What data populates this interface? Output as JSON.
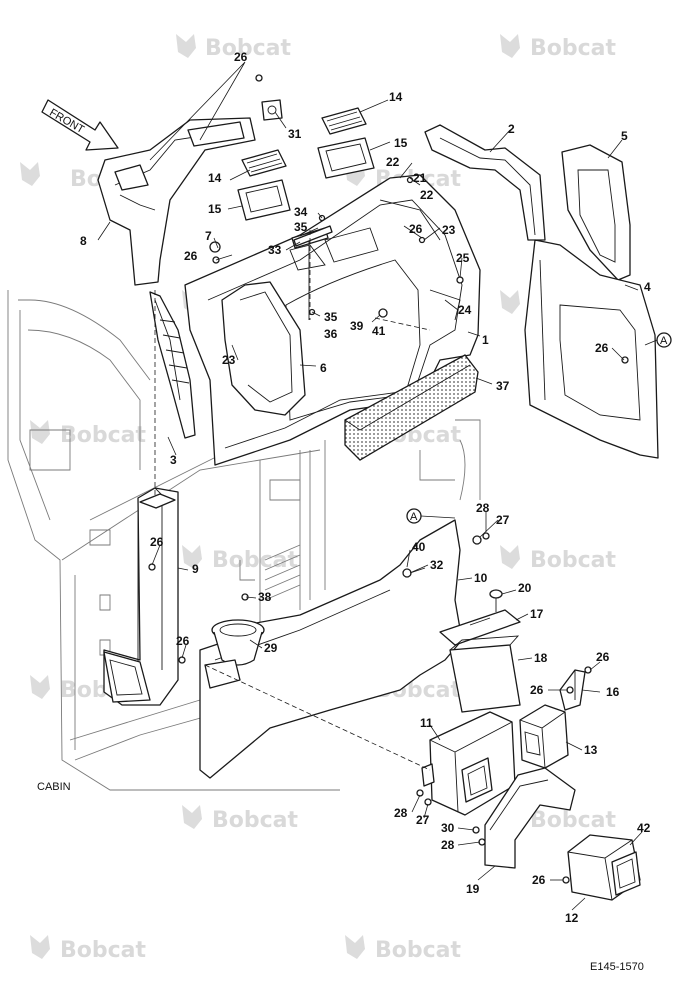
{
  "watermark": "Bobcat",
  "front_label": "FRONT",
  "cabin_label": "CABIN",
  "figure_code": "E145-1570",
  "callout_letter": "A",
  "callouts": [
    {
      "id": "p26a",
      "text": "26"
    },
    {
      "id": "p31",
      "text": "31"
    },
    {
      "id": "p14a",
      "text": "14"
    },
    {
      "id": "p15a",
      "text": "15"
    },
    {
      "id": "p2",
      "text": "2"
    },
    {
      "id": "p5",
      "text": "5"
    },
    {
      "id": "p22a",
      "text": "22"
    },
    {
      "id": "p21",
      "text": "21"
    },
    {
      "id": "p22b",
      "text": "22"
    },
    {
      "id": "p14b",
      "text": "14"
    },
    {
      "id": "p15b",
      "text": "15"
    },
    {
      "id": "p34",
      "text": "34"
    },
    {
      "id": "p35a",
      "text": "35"
    },
    {
      "id": "p33",
      "text": "33"
    },
    {
      "id": "p7",
      "text": "7"
    },
    {
      "id": "p26b",
      "text": "26"
    },
    {
      "id": "p8",
      "text": "8"
    },
    {
      "id": "p26c",
      "text": "26"
    },
    {
      "id": "p23a",
      "text": "23"
    },
    {
      "id": "p25",
      "text": "25"
    },
    {
      "id": "p4",
      "text": "4"
    },
    {
      "id": "p35b",
      "text": "35"
    },
    {
      "id": "p36",
      "text": "36"
    },
    {
      "id": "p39",
      "text": "39"
    },
    {
      "id": "p41",
      "text": "41"
    },
    {
      "id": "p24",
      "text": "24"
    },
    {
      "id": "p1",
      "text": "1"
    },
    {
      "id": "p26d",
      "text": "26"
    },
    {
      "id": "p23b",
      "text": "23"
    },
    {
      "id": "p6",
      "text": "6"
    },
    {
      "id": "p37",
      "text": "37"
    },
    {
      "id": "p3",
      "text": "3"
    },
    {
      "id": "p28a",
      "text": "28"
    },
    {
      "id": "p27a",
      "text": "27"
    },
    {
      "id": "p26e",
      "text": "26"
    },
    {
      "id": "p9",
      "text": "9"
    },
    {
      "id": "p40",
      "text": "40"
    },
    {
      "id": "p32",
      "text": "32"
    },
    {
      "id": "p10",
      "text": "10"
    },
    {
      "id": "p20",
      "text": "20"
    },
    {
      "id": "p38",
      "text": "38"
    },
    {
      "id": "p17",
      "text": "17"
    },
    {
      "id": "p26f",
      "text": "26"
    },
    {
      "id": "p29",
      "text": "29"
    },
    {
      "id": "p18",
      "text": "18"
    },
    {
      "id": "p26g",
      "text": "26"
    },
    {
      "id": "p26h",
      "text": "26"
    },
    {
      "id": "p16",
      "text": "16"
    },
    {
      "id": "p11",
      "text": "11"
    },
    {
      "id": "p13",
      "text": "13"
    },
    {
      "id": "p28b",
      "text": "28"
    },
    {
      "id": "p27b",
      "text": "27"
    },
    {
      "id": "p30",
      "text": "30"
    },
    {
      "id": "p28c",
      "text": "28"
    },
    {
      "id": "p42",
      "text": "42"
    },
    {
      "id": "p19",
      "text": "19"
    },
    {
      "id": "p26i",
      "text": "26"
    },
    {
      "id": "p12",
      "text": "12"
    }
  ]
}
